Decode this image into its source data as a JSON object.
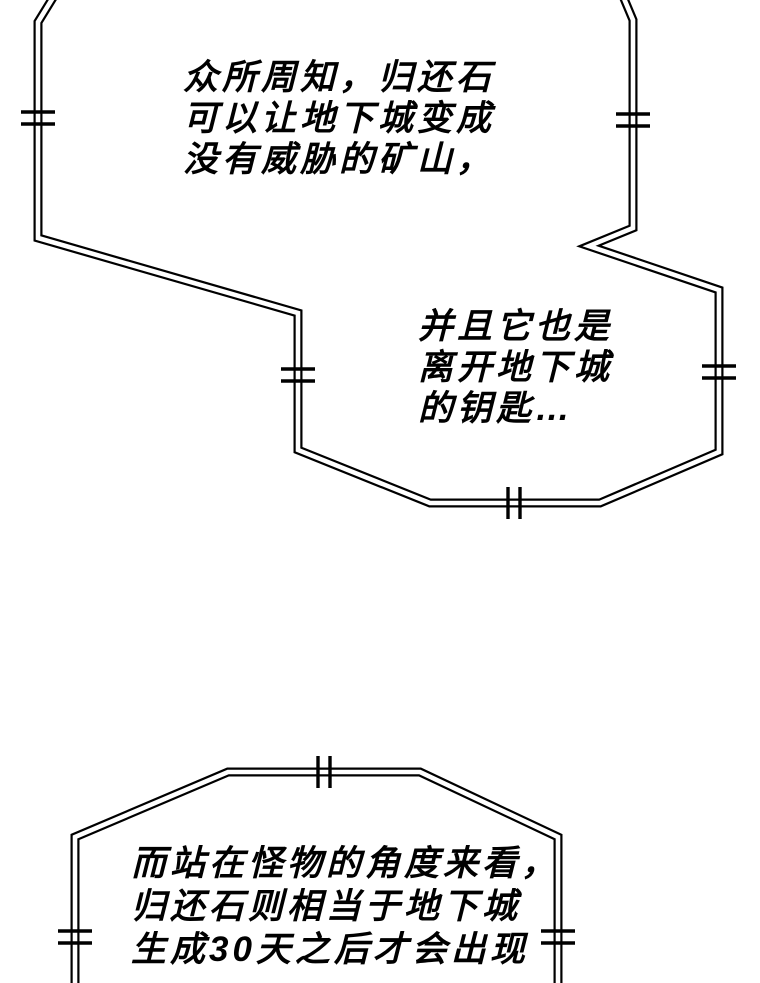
{
  "page": {
    "type": "webtoon-panel",
    "background": "#ffffff",
    "ink": "#000000"
  },
  "bubbles": [
    {
      "name": "top-speech-bubble",
      "lines": [
        "众所周知，归还石",
        "可以让地下城变成",
        "没有威胁的矿山，"
      ]
    },
    {
      "name": "middle-speech-bubble",
      "lines": [
        "并且它也是",
        "离开地下城",
        "的钥匙…"
      ]
    },
    {
      "name": "bottom-speech-bubble",
      "lines": [
        "而站在怪物的角度来看，",
        "归还石则相当于地下城",
        "生成30天之后才会出现"
      ]
    }
  ]
}
